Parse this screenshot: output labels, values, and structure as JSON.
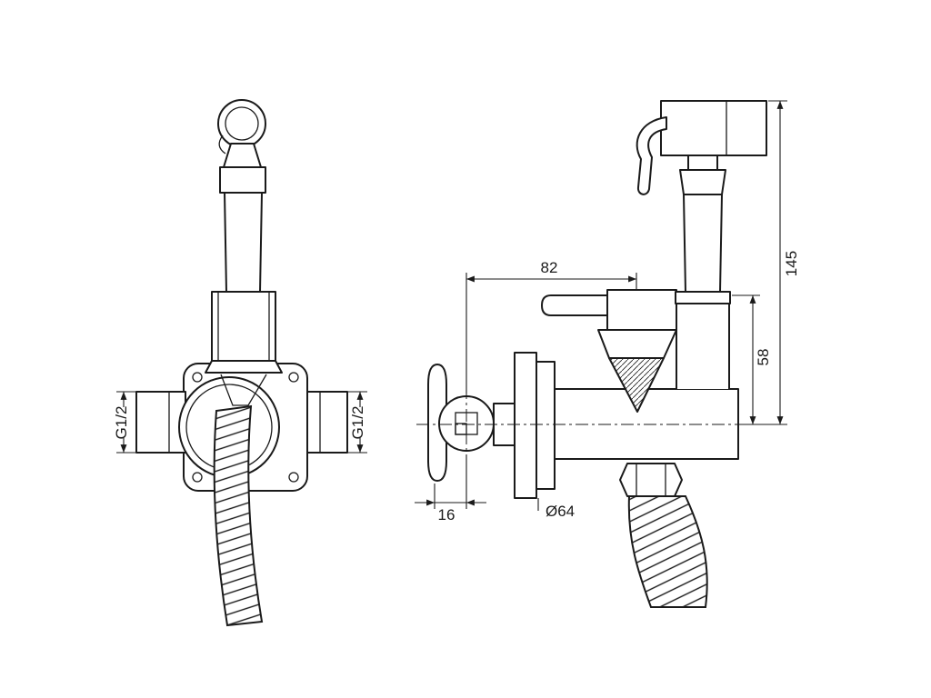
{
  "colors": {
    "background": "#ffffff",
    "line": "#1a1a1a"
  },
  "labels": {
    "thread_left": "G1/2",
    "thread_right": "G1/2",
    "span_width": "82",
    "total_height": "145",
    "valve_height": "58",
    "inlet_offset": "16",
    "flange_diameter": "Ø64"
  }
}
